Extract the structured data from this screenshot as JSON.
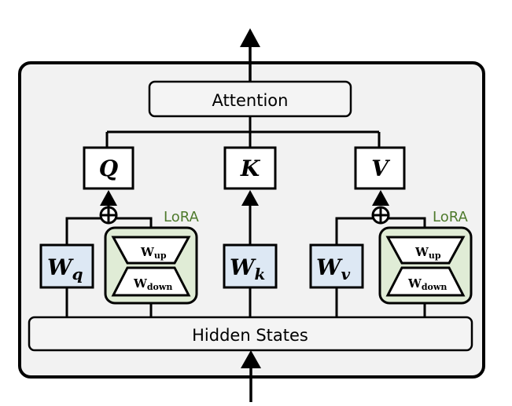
{
  "diagram": {
    "attention_label": "Attention",
    "hidden_states_label": "Hidden States",
    "q_label": "Q",
    "k_label": "K",
    "v_label": "V",
    "wq": {
      "base": "W",
      "sub": "q"
    },
    "wk": {
      "base": "W",
      "sub": "k"
    },
    "wv": {
      "base": "W",
      "sub": "v"
    },
    "lora_left": {
      "label": "LoRA",
      "up_base": "W",
      "up_sub": "up",
      "down_base": "W",
      "down_sub": "down"
    },
    "lora_right": {
      "label": "LoRA",
      "up_base": "W",
      "up_sub": "up",
      "down_base": "W",
      "down_sub": "down"
    }
  },
  "colors": {
    "outer_fill": "#f2f2f2",
    "box_stroke": "#000000",
    "weight_fill": "#dde8f4",
    "lora_fill": "#e0ecd6",
    "lora_label": "#4e7a2c",
    "white": "#ffffff"
  }
}
